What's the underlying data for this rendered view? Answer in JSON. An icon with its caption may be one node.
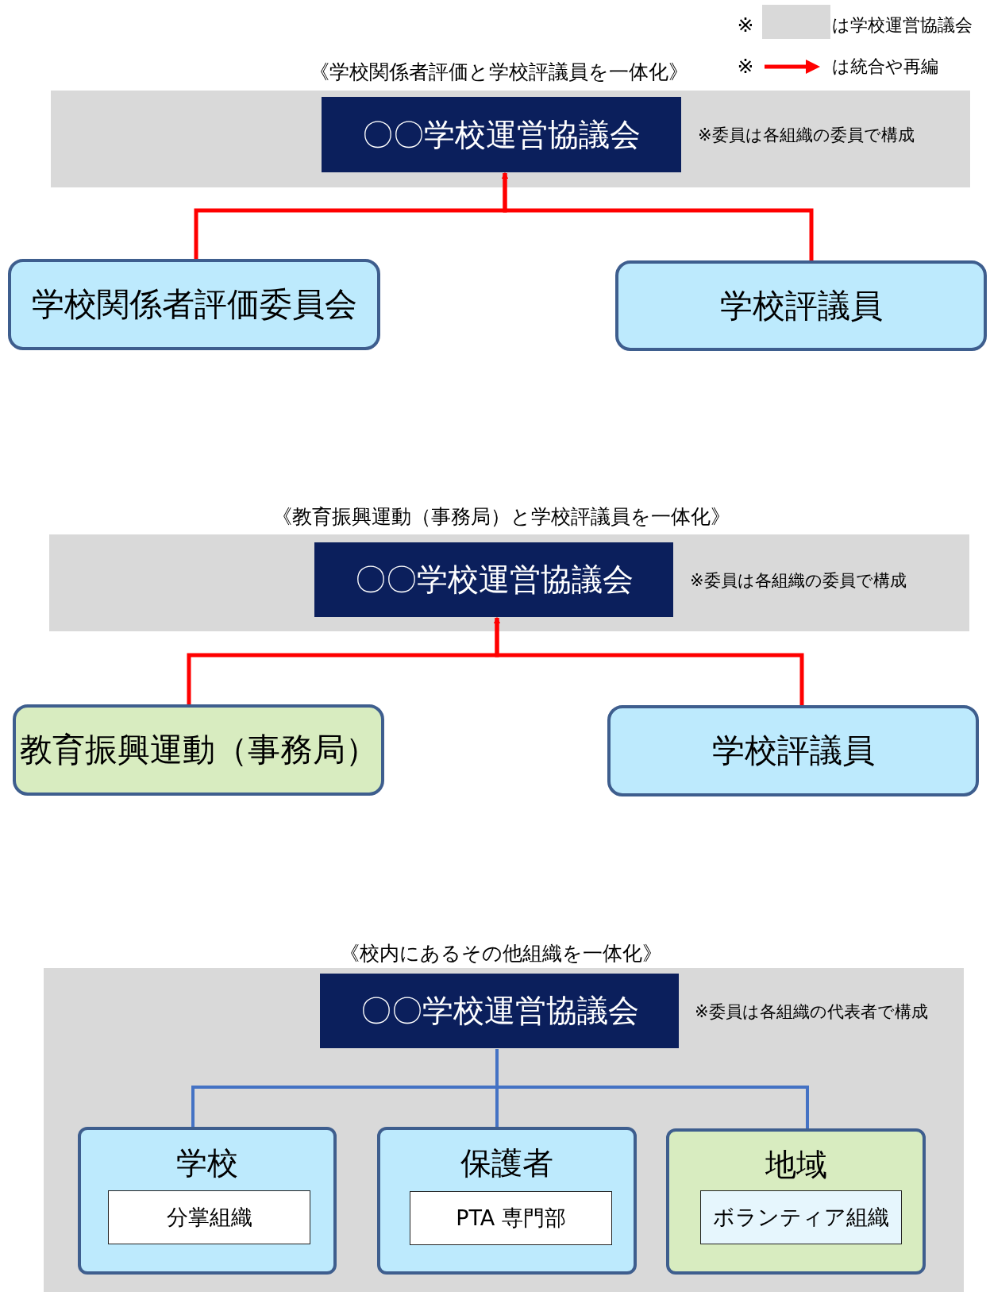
{
  "diagram": {
    "nodes": [
      {
        "text": [
          "※委員は各組織の委員で構成"
        ]
      },
      {
        "text": [
          "〇〇学校運営協議会"
        ],
        "in": 0
      },
      {
        "text": [
          "学校関係者評価委員会"
        ]
      },
      {
        "text": [
          "学校評議員"
        ]
      },
      {
        "text": [
          "※委員は各組織の委員で構成"
        ]
      },
      {
        "text": [
          "〇〇学校運営協議会"
        ],
        "in": 4
      },
      {
        "text": [
          "教育振興運動（事務局）"
        ]
      },
      {
        "text": [
          "学校評議員"
        ]
      },
      {
        "text": [
          "※委員は各組織の代表者で構成"
        ]
      },
      {
        "text": [
          "〇〇学校運営協議会"
        ],
        "in": 8
      },
      {
        "text": [
          "学校"
        ],
        "in": 8
      },
      {
        "text": [
          "分掌組織"
        ],
        "in": 10
      },
      {
        "text": [
          "保護者"
        ],
        "in": 8
      },
      {
        "text": [
          "PTA 専門部"
        ],
        "in": 12
      },
      {
        "text": [
          "地域"
        ],
        "in": 8
      },
      {
        "text": [
          "ボランティア組織"
        ],
        "in": 14
      }
    ],
    "edges": [
      {
        "from": 2,
        "to": 1,
        "arrow": "to"
      },
      {
        "from": 3,
        "to": 1,
        "arrow": "to"
      },
      {
        "from": 6,
        "to": 5,
        "arrow": "to"
      },
      {
        "from": 7,
        "to": 5,
        "arrow": "to"
      },
      {
        "from": 9,
        "to": 10,
        "arrow": "none",
        "color": "#4472c4"
      },
      {
        "from": 9,
        "to": 12,
        "arrow": "none",
        "color": "#4472c4"
      },
      {
        "from": 9,
        "to": 14,
        "arrow": "none",
        "color": "#4472c4"
      }
    ],
    "labels": [
      "※",
      "※",
      "《学校関係者評価と学校評議員を一体化》",
      "《教育振興運動（事務局）と学校評議員を一体化》",
      "《校内にあるその他組織を一体化》"
    ],
    "legend": [
      {
        "text": "は学校運営協議会",
        "color": "#d9d9d9"
      },
      {
        "text": "は統合や再編"
      }
    ]
  }
}
